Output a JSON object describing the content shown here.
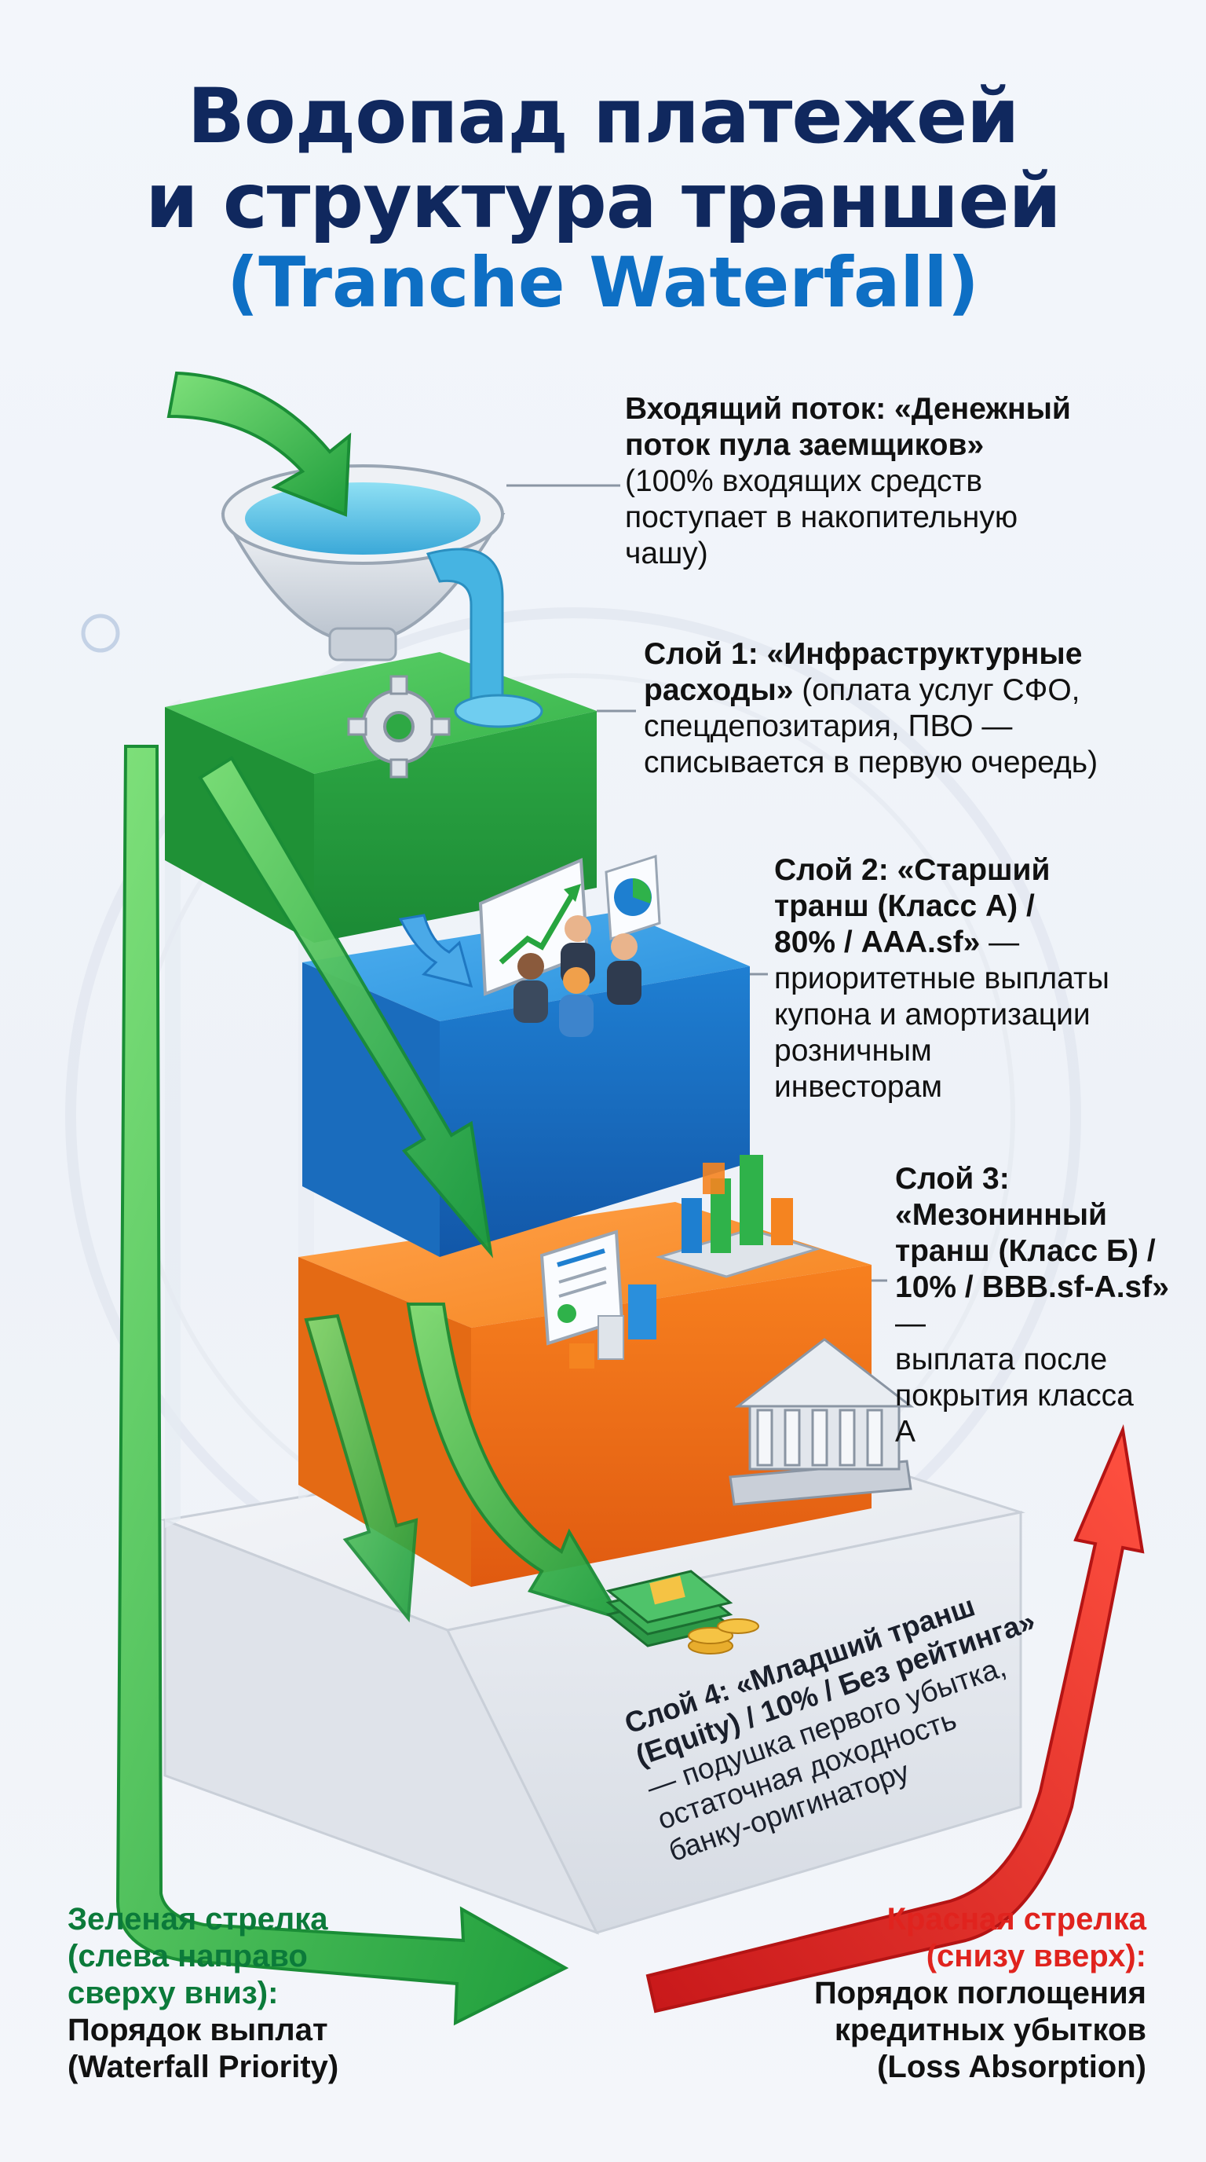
{
  "title": {
    "line1": "Водопад платежей",
    "line2": "и структура траншей",
    "line3": "(Tranche Waterfall)"
  },
  "inflow": {
    "heading_1": "Входящий поток: «Денежный",
    "heading_2": "поток пула заемщиков»",
    "desc_1": "(100% входящих средств",
    "desc_2": "поступает в накопительную",
    "desc_3": "чашу)"
  },
  "layer1": {
    "heading_1": "Слой 1: «Инфраструктурные",
    "heading_2": "расходы»",
    "desc_2": " (оплата услуг СФО,",
    "desc_3": "спецдепозитария, ПВО —",
    "desc_4": "списывается в первую очередь)"
  },
  "layer2": {
    "heading_1": "Слой 2: «Старший",
    "heading_2": "транш (Класс А) /",
    "heading_3": "80% / AAA.sf»",
    "desc_3": " —",
    "desc_4": "приоритетные выплаты",
    "desc_5": "купона и амортизации",
    "desc_6": "розничным",
    "desc_7": "инвесторам"
  },
  "layer3": {
    "heading_1": "Слой 3:",
    "heading_2": "«Мезонинный",
    "heading_3": "транш (Класс Б) /",
    "heading_4": "10% / BBB.sf-A.sf»",
    "desc_4": " —",
    "desc_5": "выплата после",
    "desc_6": "покрытия класса",
    "desc_7": "А"
  },
  "layer4": {
    "heading_1": "Слой 4: «Младший транш",
    "heading_2": "(Equity) / 10% / Без рейтинга»",
    "desc_3": "— подушка первого убытка,",
    "desc_4": "остаточная доходность",
    "desc_5": "банку-оригинатору"
  },
  "legend_green": {
    "line1": "Зеленая стрелка",
    "line2": "(слева направо",
    "line3": "сверху вниз):",
    "line4": "Порядок выплат",
    "line5": "(Waterfall Priority)"
  },
  "legend_red": {
    "line1": "Красная стрелка",
    "line2": "(снизу вверх):",
    "line3": "Порядок поглощения",
    "line4": "кредитных убытков",
    "line5": "(Loss Absorption)"
  },
  "colors": {
    "green_arrow": "#2fb24a",
    "red_arrow": "#e8261f",
    "layer1": "#2fa43f",
    "layer2": "#1e7fd0",
    "layer3": "#f47b1e",
    "layer4": "#e8ebf0",
    "title_dark": "#10285e",
    "title_blue": "#0e6fc4"
  },
  "icons": [
    "bowl-icon",
    "gear-icon",
    "presentation-chart-icon",
    "people-icon",
    "pie-chart-icon",
    "bar-chart-icon",
    "report-icon",
    "bank-building-icon",
    "money-icon"
  ]
}
